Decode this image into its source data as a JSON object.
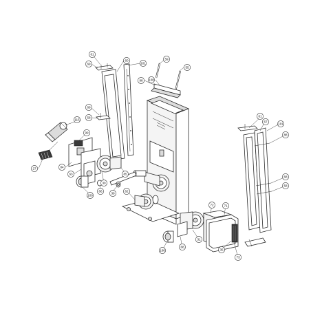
{
  "callouts": [
    {
      "label": "61"
    },
    {
      "label": "69"
    },
    {
      "label": "60"
    },
    {
      "label": "101"
    },
    {
      "label": "59"
    },
    {
      "label": "55"
    },
    {
      "label": "98"
    },
    {
      "label": "108"
    },
    {
      "label": "69"
    },
    {
      "label": "58"
    },
    {
      "label": "115"
    },
    {
      "label": "99"
    },
    {
      "label": "27"
    },
    {
      "label": "84"
    },
    {
      "label": "63"
    },
    {
      "label": "30"
    },
    {
      "label": "85"
    },
    {
      "label": "66"
    },
    {
      "label": "100"
    },
    {
      "label": "39"
    },
    {
      "label": "62"
    },
    {
      "label": "61"
    },
    {
      "label": "67"
    },
    {
      "label": "101"
    },
    {
      "label": "88"
    },
    {
      "label": "68"
    },
    {
      "label": "58"
    },
    {
      "label": "72"
    },
    {
      "label": "71"
    },
    {
      "label": "31"
    },
    {
      "label": "68"
    },
    {
      "label": "100"
    },
    {
      "label": "35"
    },
    {
      "label": "73"
    }
  ]
}
